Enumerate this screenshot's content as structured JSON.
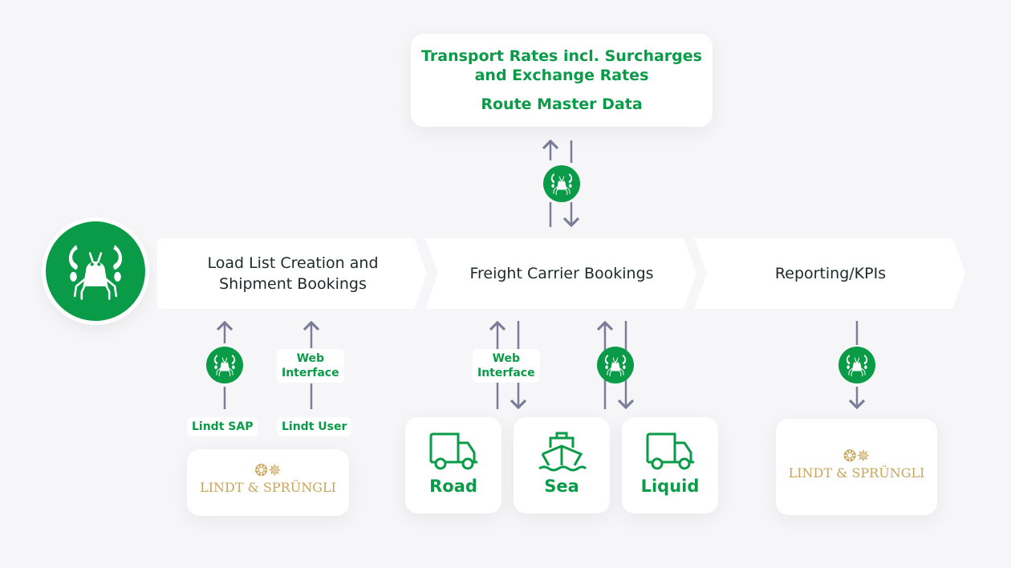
{
  "top": {
    "line1": "Transport Rates incl. Surcharges",
    "line2": "and Exchange Rates",
    "line3": "Route Master Data"
  },
  "process": [
    {
      "line1": "Load List Creation and",
      "line2": "Shipment Bookings"
    },
    {
      "line1": "Freight Carrier Bookings"
    },
    {
      "line1": "Reporting/KPIs"
    }
  ],
  "labels": {
    "web_interface_1": "Web",
    "web_interface_2": "Interface",
    "lindt_sap": "Lindt SAP",
    "lindt_user": "Lindt User"
  },
  "modes": [
    "Road",
    "Sea",
    "Liquid"
  ],
  "logo": {
    "text": "LINDT & SPRÜNGLI"
  },
  "colors": {
    "green": "#0a9b48",
    "arrow": "#7b7b9a",
    "gold": "#c9a45c"
  }
}
